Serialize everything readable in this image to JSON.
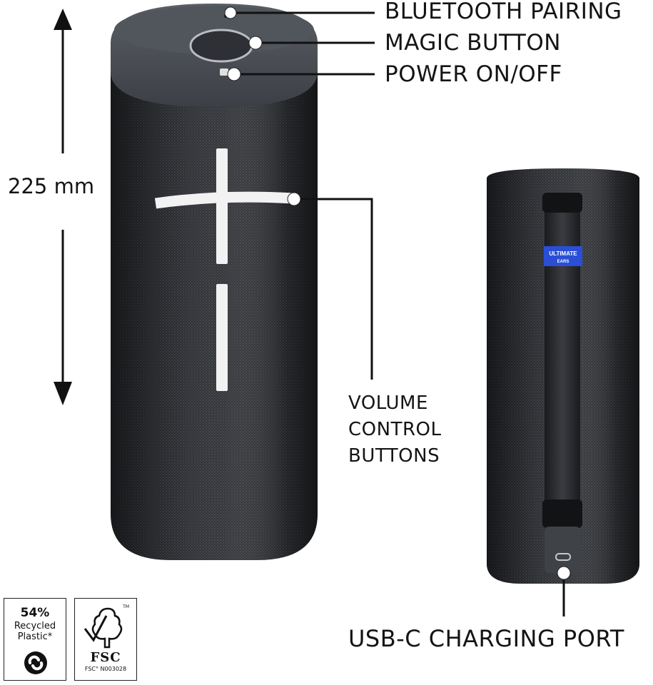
{
  "callouts": {
    "bluetooth_pairing": "BLUETOOTH PAIRING",
    "magic_button": "MAGIC BUTTON",
    "power_on_off": "POWER ON/OFF",
    "volume_control_line1": "VOLUME",
    "volume_control_line2": "CONTROL",
    "volume_control_line3": "BUTTONS",
    "usb_c_charging_port": "USB-C CHARGING PORT"
  },
  "dimension": {
    "height_label": "225 mm"
  },
  "brand_tag": {
    "line1": "ULTIMATE",
    "line2": "EARS",
    "color": "#2a4fd6"
  },
  "badges": {
    "recycled": {
      "percent": "54%",
      "line1": "Recycled",
      "line2": "Plastic*",
      "icon": "recycle-loop-icon"
    },
    "fsc": {
      "word": "FSC",
      "code": "FSC° N003028",
      "tm": "TM",
      "icon": "fsc-tree-check-icon"
    }
  },
  "colors": {
    "speaker_body": "#2b2d31",
    "speaker_cap": "#4a4d53",
    "volume_button": "#f2f2f2",
    "callout_line": "#111111"
  }
}
